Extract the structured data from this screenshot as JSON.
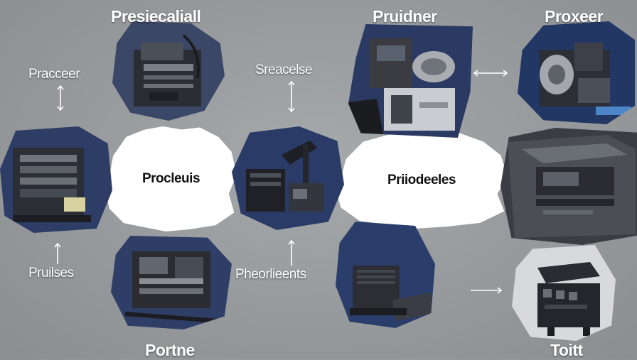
{
  "labels": {
    "top_left": "Presiecaliall",
    "top_center": "Pruidner",
    "top_right": "Proxeer",
    "left_upper": "Pracceer",
    "center_upper": "Sreacelse",
    "left_lower": "Pruilses",
    "center_lower": "Pheorlieents",
    "bottom_left": "Portne",
    "bottom_right": "Toitt"
  },
  "nodes": {
    "left_blob": "Procleuis",
    "center_blob": "Priiodeeles"
  },
  "colors": {
    "background": "#979a9d",
    "photo_backdrop": "#2b3a63",
    "blob_fill": "#ffffff",
    "text": "#ffffff"
  }
}
